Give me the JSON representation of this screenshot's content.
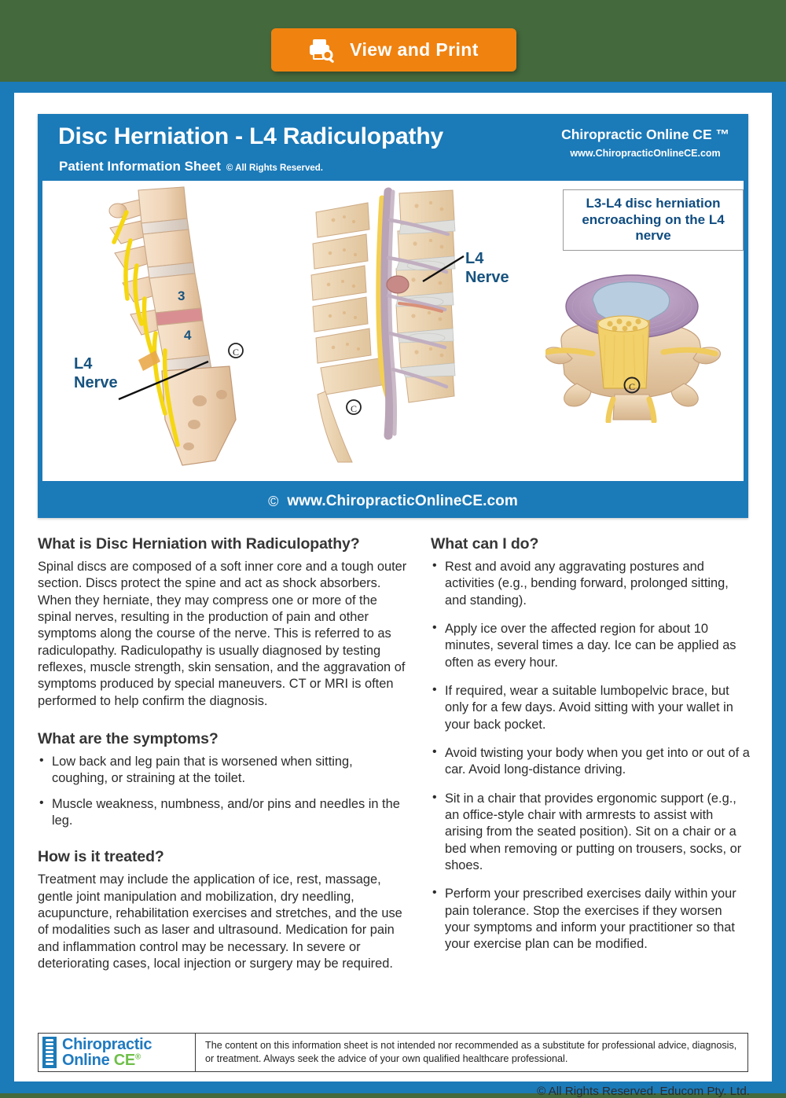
{
  "toolbar": {
    "print_button_label": "View and Print",
    "print_icon": "printer-search-icon",
    "accent_color": "#f0820f"
  },
  "colors": {
    "page_background": "#44693d",
    "frame_blue": "#1b7ab8",
    "heading_navy": "#0f4c80",
    "label_blue": "#17537f",
    "logo_blue": "#1f7ac0",
    "logo_green": "#6fbf4a"
  },
  "sheet": {
    "title": "Disc Herniation - L4 Radiculopathy",
    "subtitle": "Patient Information Sheet",
    "rights_note": "© All Rights Reserved.",
    "brand_name": "Chiropractic Online CE ™",
    "brand_url": "www.ChiropracticOnlineCE.com",
    "footer_copyright_symbol": "©",
    "footer_url": "www.ChiropracticOnlineCE.com"
  },
  "illustration": {
    "callout": "L3-L4 disc herniation encroaching on the L4 nerve",
    "label_left": "L4\nNerve",
    "label_left_line1": "L4",
    "label_left_line2": "Nerve",
    "label_mid_line1": "L4",
    "label_mid_line2": "Nerve",
    "vertebra_label_3": "3",
    "vertebra_label_4": "4",
    "copyright_mark": "©",
    "figures": [
      "lumbar-spine-lateral-with-nerve-roots",
      "lumbar-spine-sagittal-section-herniation",
      "axial-disc-herniation-cross-section"
    ]
  },
  "content": {
    "left": {
      "section1_heading": "What is Disc Herniation with Radiculopathy?",
      "section1_body": "Spinal discs are composed of a soft inner core and a tough outer section. Discs protect the spine and act as shock absorbers. When they herniate, they may compress one or more of the spinal nerves, resulting in the production of pain and other symptoms along the course of the nerve. This is referred to as radiculopathy. Radiculopathy is usually diagnosed by testing reflexes, muscle strength, skin sensation, and the aggravation of symptoms produced by special maneuvers. CT or MRI is often performed to help confirm the diagnosis.",
      "section2_heading": "What are the symptoms?",
      "symptoms": [
        "Low back and leg pain that is worsened when sitting, coughing, or straining at the toilet.",
        "Muscle weakness, numbness, and/or pins and needles in the leg."
      ],
      "section3_heading": "How is it treated?",
      "section3_body": "Treatment may include the application of ice, rest, massage, gentle joint manipulation and mobilization, dry needling, acupuncture, rehabilitation exercises and stretches, and the use of modalities such as laser and ultrasound. Medication for pain and inflammation control may be necessary. In severe or deteriorating cases, local injection or surgery may be required."
    },
    "right": {
      "heading": "What can I do?",
      "advice": [
        "Rest and avoid any aggravating postures and activities (e.g., bending forward, prolonged sitting, and standing).",
        "Apply ice over the affected region for about 10 minutes, several times a day. Ice can be applied as often as every hour.",
        "If required, wear a suitable lumbopelvic brace, but only for a few days. Avoid sitting with your wallet in your back pocket.",
        "Avoid twisting your body when you get into or out of a car. Avoid long-distance driving.",
        "Sit in a chair that provides ergonomic support (e.g., an office-style chair with armrests to assist with arising from the seated position). Sit on a chair or a bed when removing or putting on trousers, socks, or shoes.",
        "Perform your prescribed exercises daily within your pain tolerance. Stop the exercises if they worsen your symptoms and inform your practitioner so that your exercise plan can be modified."
      ],
      "rights_line": "© All Rights Reserved. Educom Pty. Ltd."
    }
  },
  "footer": {
    "logo_line1": "Chiropractic",
    "logo_line2_blue": "Online ",
    "logo_line2_green": "CE",
    "logo_registered": "®",
    "disclaimer": "The content on this information sheet is not intended nor recommended as a substitute for professional advice, diagnosis, or treatment. Always seek the advice of your own qualified healthcare professional."
  }
}
